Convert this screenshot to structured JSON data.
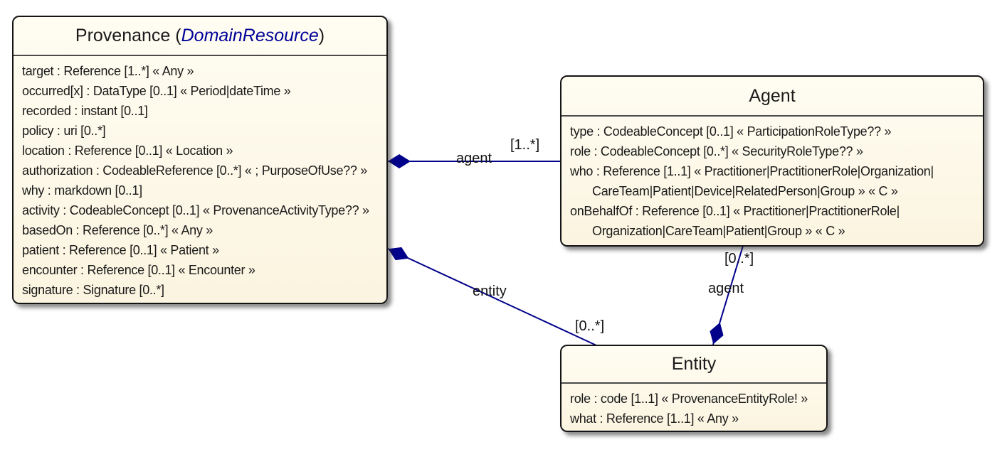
{
  "classes": [
    {
      "header": {
        "name": "Provenance",
        "open": " (",
        "parent": "DomainResource",
        "close": ")"
      },
      "attributes": [
        "target : Reference [1..*] « Any »",
        "occurred[x] : DataType [0..1] « Period|dateTime »",
        "recorded : instant [0..1]",
        "policy : uri [0..*]",
        "location : Reference [0..1] « Location »",
        "authorization : CodeableReference [0..*] « ; PurposeOfUse?? »",
        "why : markdown [0..1]",
        "activity : CodeableConcept [0..1] « ProvenanceActivityType?? »",
        "basedOn : Reference [0..*] « Any »",
        "patient : Reference [0..1] « Patient »",
        "encounter : Reference [0..1] « Encounter »",
        "signature : Signature [0..*]"
      ]
    },
    {
      "header": {
        "name": "Agent"
      },
      "attributes": [
        "type : CodeableConcept [0..1] « ParticipationRoleType?? »",
        "role : CodeableConcept [0..*] « SecurityRoleType?? »",
        "who : Reference [1..1] « Practitioner|PractitionerRole|Organization|",
        "CareTeam|Patient|Device|RelatedPerson|Group » « C »",
        "onBehalfOf : Reference [0..1] « Practitioner|PractitionerRole|",
        "Organization|CareTeam|Patient|Group » « C »"
      ]
    },
    {
      "header": {
        "name": "Entity"
      },
      "attributes": [
        "role : code [1..1] « ProvenanceEntityRole! »",
        "what : Reference [1..1] « Any »"
      ]
    }
  ],
  "edges": [
    {
      "label": "agent",
      "multiplicity": "[1..*]"
    },
    {
      "label": "entity",
      "multiplicity": "[0..*]"
    },
    {
      "label": "agent",
      "multiplicity": "[0..*]"
    }
  ],
  "colors": {
    "connector": "#00008B",
    "class_background": "#FBF4E0",
    "border": "#141414",
    "parent_link": "#000099"
  }
}
